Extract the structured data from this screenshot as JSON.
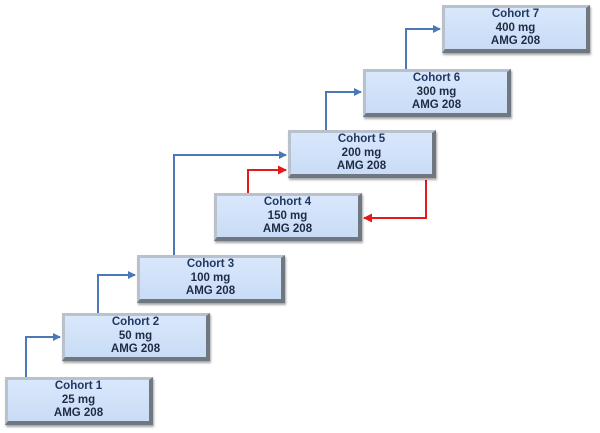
{
  "diagram": {
    "type": "dose-escalation-flow",
    "cohorts": [
      {
        "id": 1,
        "title": "Cohort 1",
        "dose": "25 mg",
        "drug": "AMG 208"
      },
      {
        "id": 2,
        "title": "Cohort 2",
        "dose": "50 mg",
        "drug": "AMG 208"
      },
      {
        "id": 3,
        "title": "Cohort 3",
        "dose": "100 mg",
        "drug": "AMG 208"
      },
      {
        "id": 4,
        "title": "Cohort 4",
        "dose": "150 mg",
        "drug": "AMG 208"
      },
      {
        "id": 5,
        "title": "Cohort 5",
        "dose": "200 mg",
        "drug": "AMG 208"
      },
      {
        "id": 6,
        "title": "Cohort 6",
        "dose": "300 mg",
        "drug": "AMG 208"
      },
      {
        "id": 7,
        "title": "Cohort 7",
        "dose": "400 mg",
        "drug": "AMG 208"
      }
    ],
    "edges": [
      {
        "from": 1,
        "to": 2,
        "color": "#4a78b8"
      },
      {
        "from": 2,
        "to": 3,
        "color": "#4a78b8"
      },
      {
        "from": 3,
        "to": 5,
        "color": "#4a78b8"
      },
      {
        "from": 5,
        "to": 4,
        "color": "#e3191c"
      },
      {
        "from": 4,
        "to": 5,
        "color": "#e3191c"
      },
      {
        "from": 5,
        "to": 6,
        "color": "#4a78b8"
      },
      {
        "from": 6,
        "to": 7,
        "color": "#4a78b8"
      }
    ],
    "colors": {
      "escalation": "#4a78b8",
      "de_escalation_loop": "#e3191c",
      "box_fill": "#d4e3f8",
      "text": "#1f3864"
    }
  }
}
